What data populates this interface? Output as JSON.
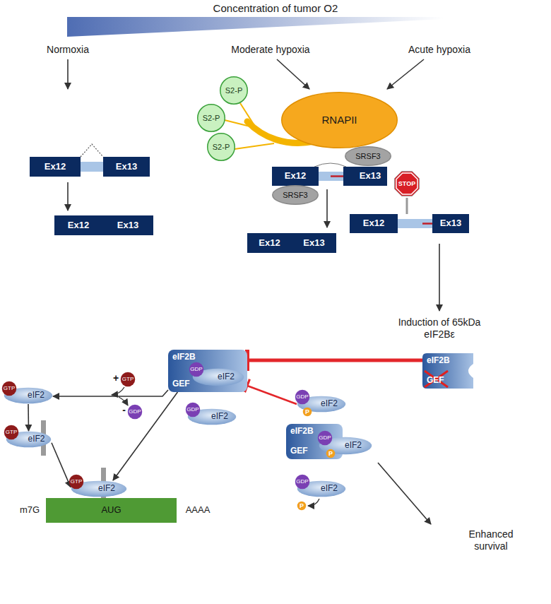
{
  "diagram": {
    "nodes": [
      {
        "text": [
          "Ex12"
        ]
      },
      {
        "text": [
          "Ex13"
        ]
      },
      {
        "text": [
          "S2-P"
        ]
      },
      {
        "text": [
          "S2-P"
        ]
      },
      {
        "text": [
          "S2-P"
        ]
      },
      {
        "text": [
          "RNAPII"
        ]
      },
      {
        "text": [
          "SRSF3"
        ]
      },
      {
        "text": [
          "Ex12"
        ]
      },
      {
        "text": [
          "Ex13"
        ]
      },
      {
        "text": [
          "SRSF3"
        ]
      },
      {
        "text": [
          "Ex12"
        ]
      },
      {
        "text": [
          "Ex13"
        ]
      },
      {
        "text": [
          "STOP"
        ]
      },
      {
        "text": [
          "Ex12"
        ]
      },
      {
        "text": [
          "Ex13"
        ]
      },
      {
        "text": [
          "Ex12"
        ]
      },
      {
        "text": [
          "Ex13"
        ]
      },
      {
        "text": [
          "eIF2B",
          "GEF"
        ]
      },
      {
        "text": [
          "eIF2"
        ],
        "in": 17
      },
      {
        "text": [
          "GDP"
        ],
        "in": 18
      },
      {
        "text": [
          "eIF2B",
          "GEF"
        ]
      },
      {
        "text": [
          "GTP"
        ]
      },
      {
        "text": [
          "GDP"
        ]
      },
      {
        "text": [
          "eIF2"
        ]
      },
      {
        "text": [
          "GTP"
        ],
        "in": 23
      },
      {
        "text": [
          "eIF2"
        ]
      },
      {
        "text": [
          "GTP"
        ],
        "in": 25
      },
      {
        "text": [
          "eIF2"
        ]
      },
      {
        "text": [
          "GDP"
        ],
        "in": 27
      },
      {
        "text": [
          "eIF2"
        ]
      },
      {
        "text": [
          "GDP"
        ],
        "in": 29
      },
      {
        "text": [
          "P"
        ],
        "in": 29
      },
      {
        "text": [
          "eIF2B",
          "GEF"
        ]
      },
      {
        "text": [
          "eIF2"
        ],
        "in": 32
      },
      {
        "text": [
          "GDP"
        ],
        "in": 33
      },
      {
        "text": [
          "P"
        ],
        "in": 33
      },
      {
        "text": [
          "eIF2"
        ]
      },
      {
        "text": [
          "GDP"
        ],
        "in": 36
      },
      {
        "text": [
          "P"
        ]
      },
      {
        "text": [
          "AUG"
        ]
      },
      {
        "text": [
          "eIF2"
        ]
      },
      {
        "text": [
          "GTP"
        ],
        "in": 40
      }
    ],
    "edges": [
      {
        "from": 17,
        "to": 23,
        "arrow": "to"
      },
      {
        "from": 23,
        "to": 25,
        "arrow": "to"
      },
      {
        "from": 25,
        "to": 40,
        "arrow": "to"
      },
      {
        "from": 17,
        "to": 40,
        "arrow": "to"
      },
      {
        "from": 20,
        "to": 17,
        "arrow": "to"
      },
      {
        "from": 29,
        "to": 17,
        "arrow": "to"
      }
    ],
    "labels": [
      "Concentration of tumor O2",
      "Normoxia",
      "Moderate hypoxia",
      "Acute hypoxia",
      "Induction of 65kDa eIF2Bε",
      "+",
      "-",
      "m7G",
      "AAAA",
      "Enhanced survival"
    ]
  }
}
